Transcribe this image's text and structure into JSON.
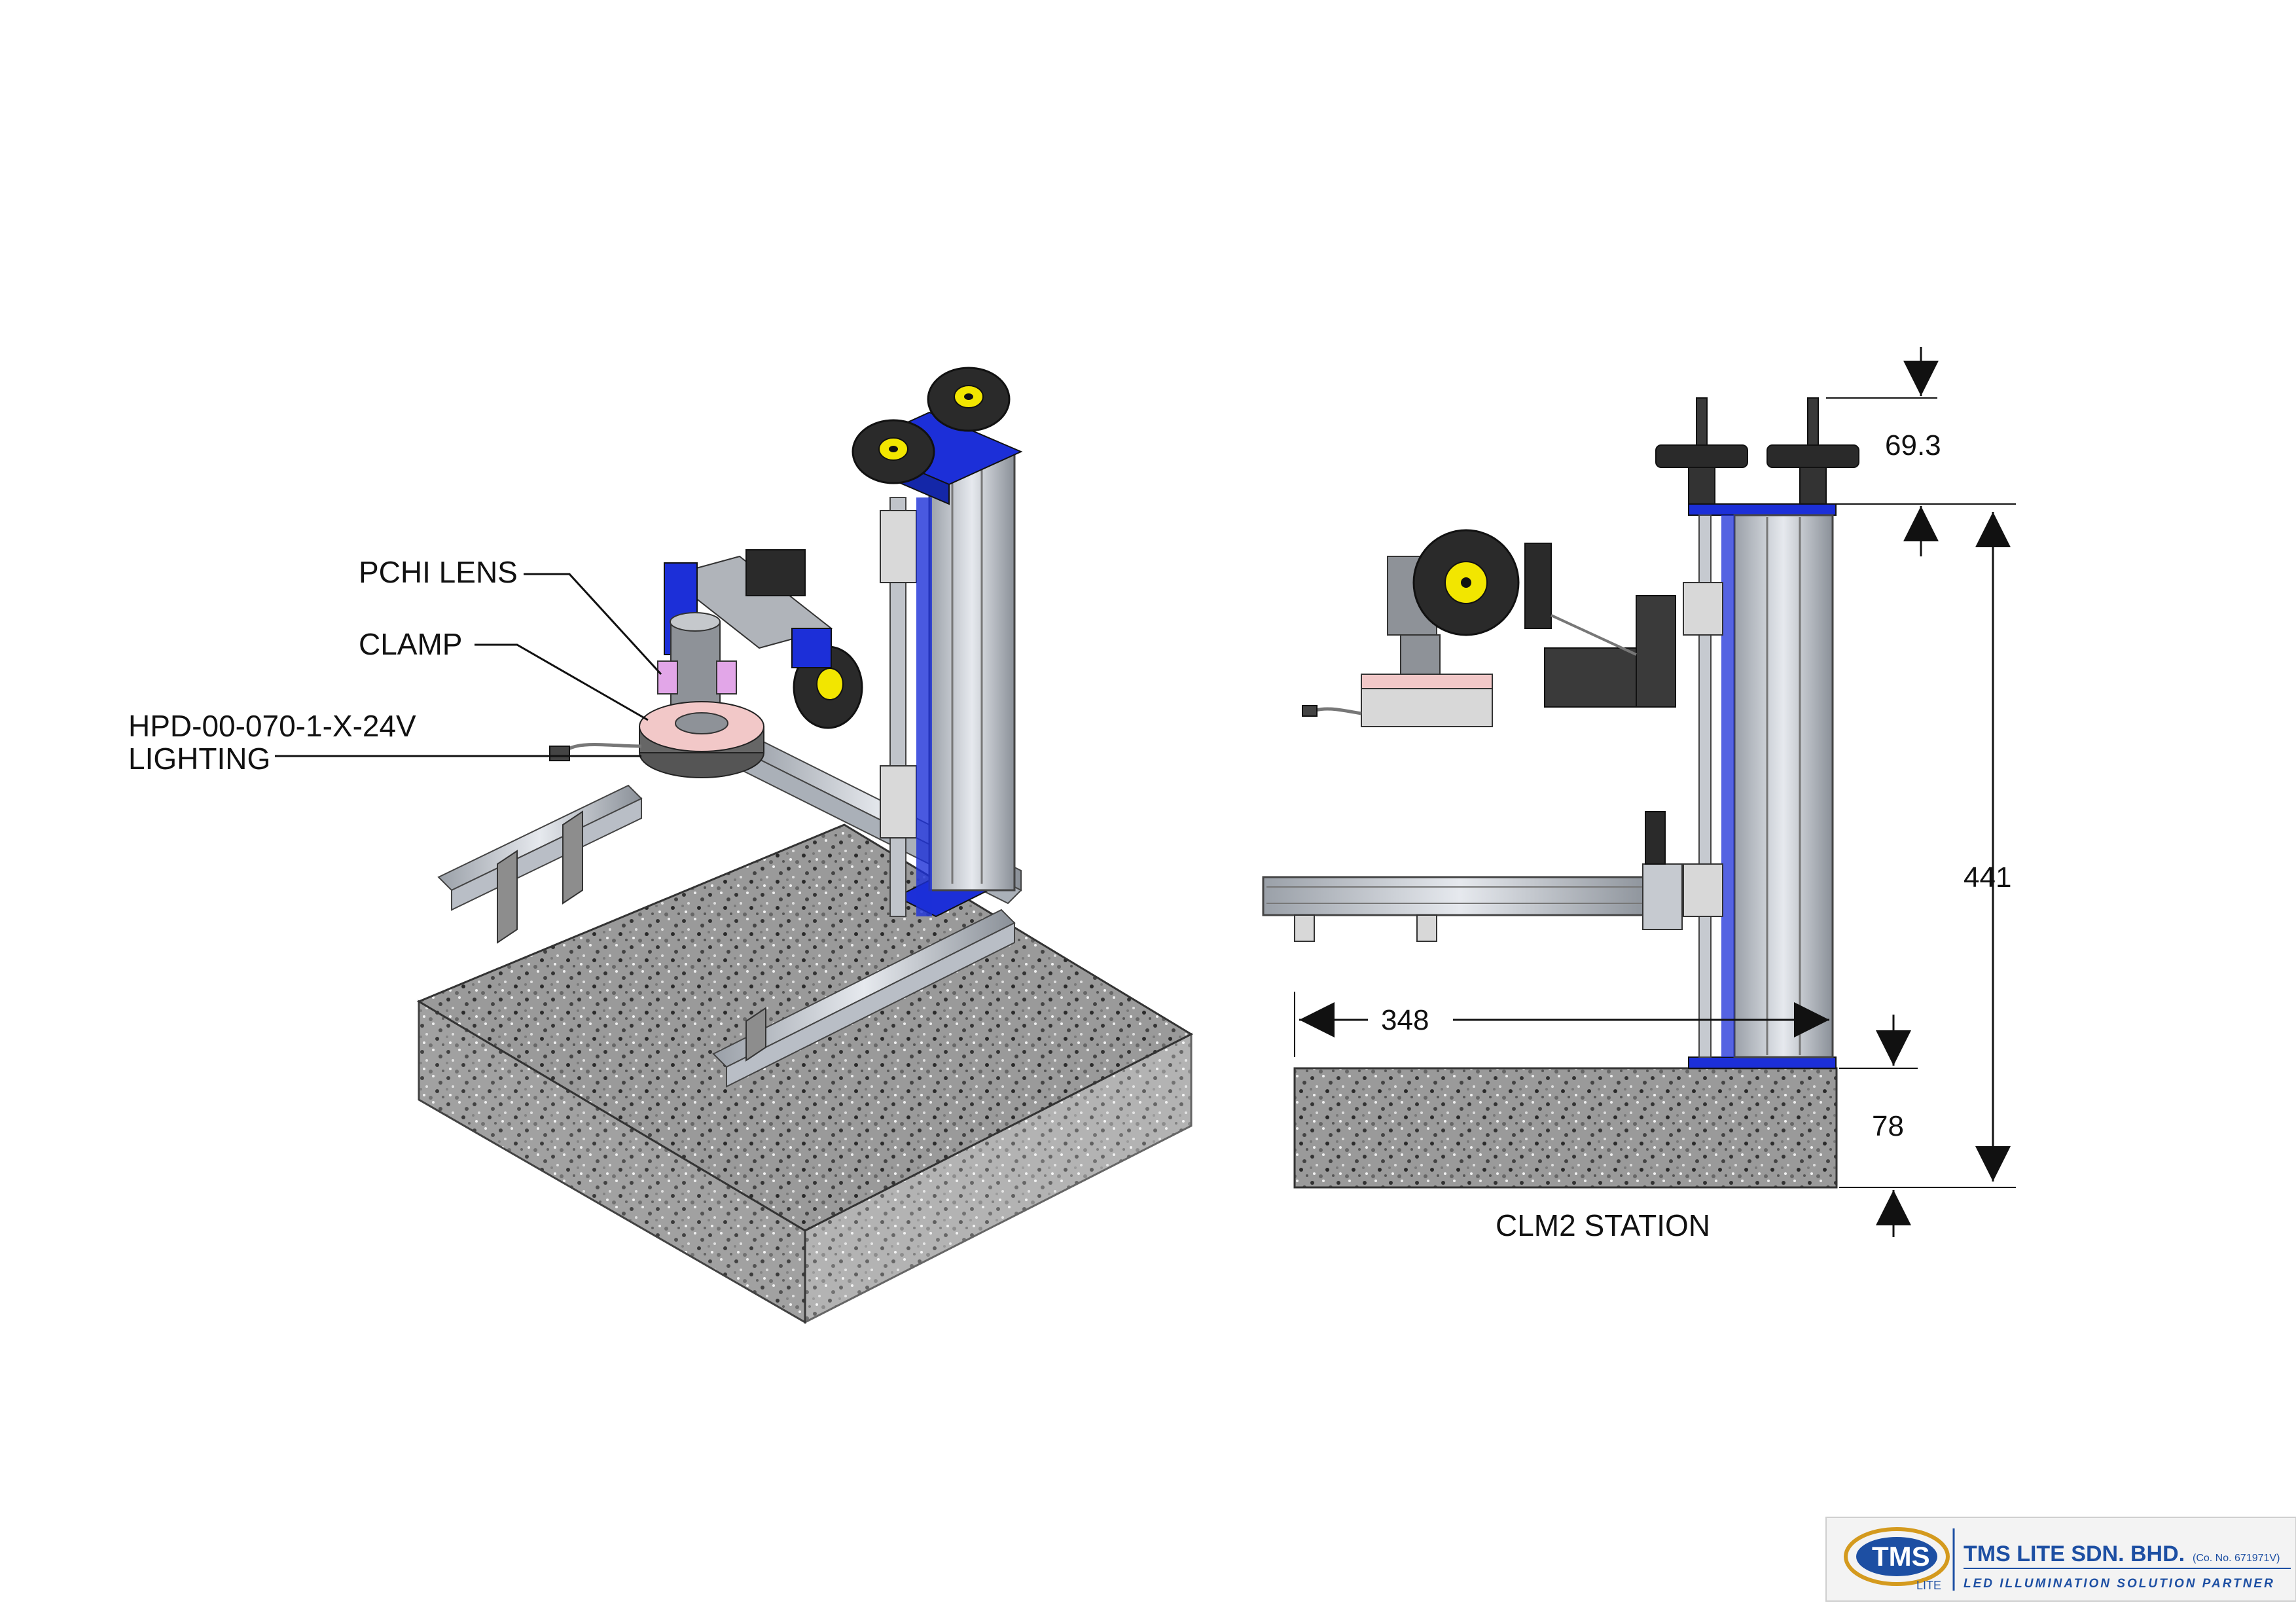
{
  "callouts": {
    "lens": "PCHI LENS",
    "clamp": "CLAMP",
    "lighting_line1": "HPD-00-070-1-X-24V",
    "lighting_line2": "LIGHTING"
  },
  "dimensions": {
    "top_offset": "69.3",
    "total_height": "441",
    "base_height": "78",
    "arm_length": "348"
  },
  "view_title": "CLM2 STATION",
  "title_block": {
    "logo_text": "TMS",
    "logo_sub": "LITE",
    "company_name": "TMS LITE SDN. BHD.",
    "company_no": "(Co. No. 671971V)",
    "tagline": "LED ILLUMINATION SOLUTION PARTNER"
  },
  "colors": {
    "granite": "#8a8a8a",
    "aluminium": "#c8ccd2",
    "bracket_blue": "#1c2fd8",
    "handwheel": "#2a2a2a",
    "handwheel_hub": "#f2e600",
    "led_ring": "#f2c8c8",
    "logo_blue": "#1d4fa3",
    "logo_gold": "#d49a1e"
  }
}
